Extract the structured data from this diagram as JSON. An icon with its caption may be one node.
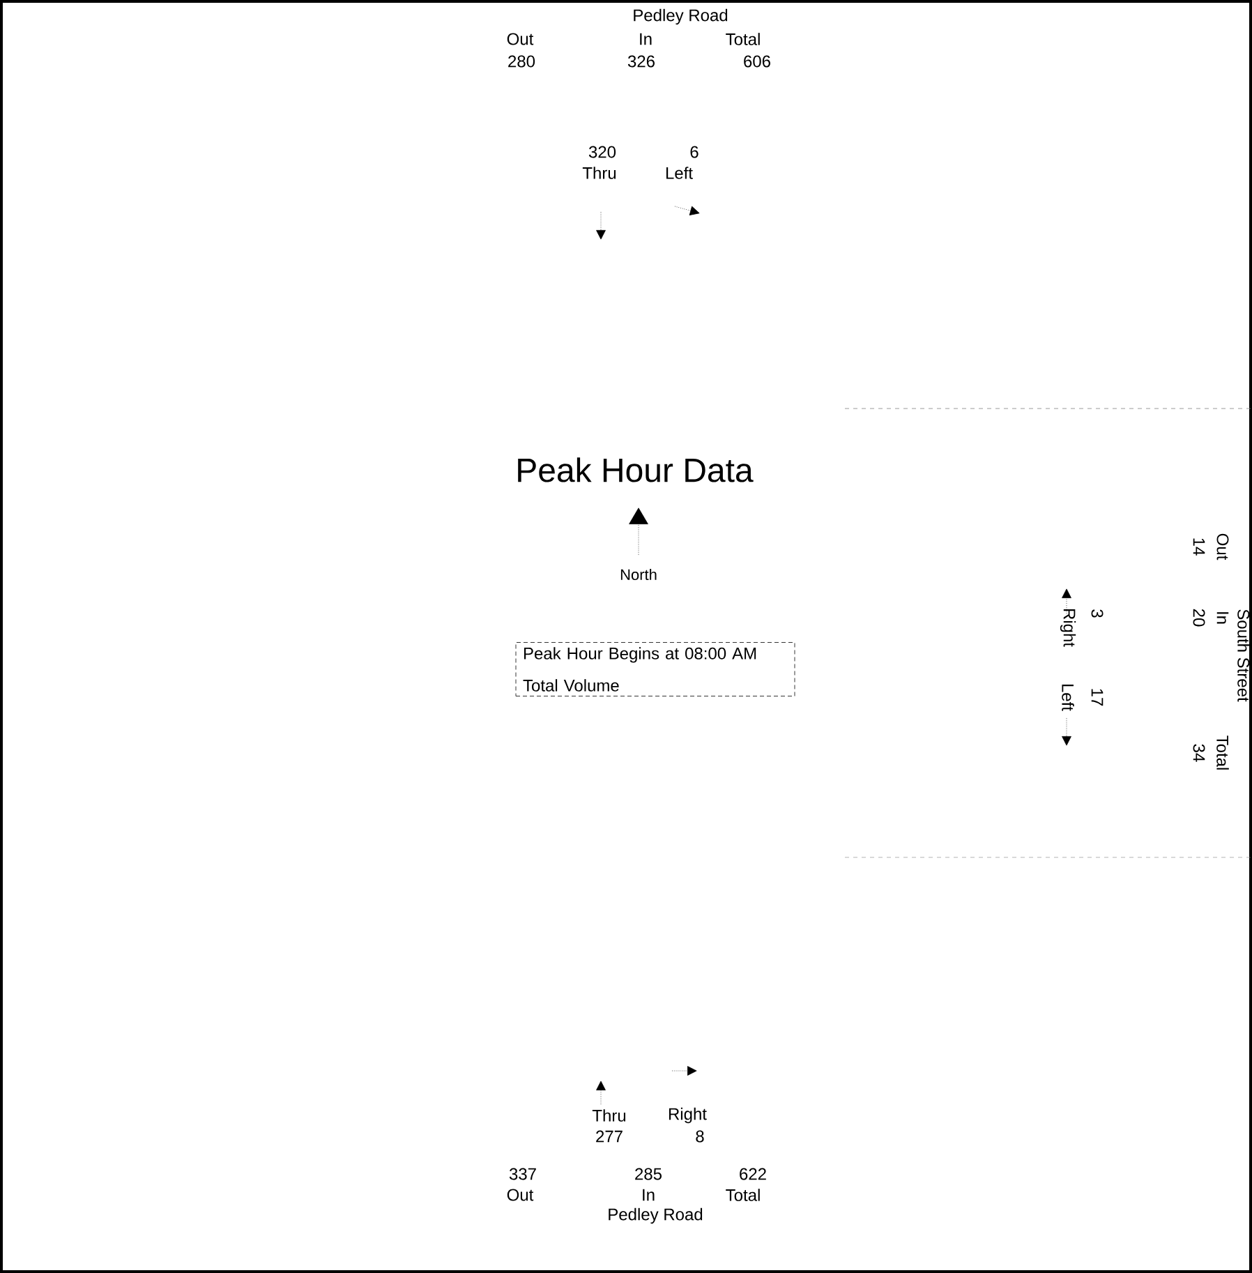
{
  "diagram": {
    "title": "Peak Hour Data",
    "nodes": [
      {
        "text": [
          "Peak Hour Begins at 08:00 AM",
          "Total Volume"
        ]
      }
    ],
    "edges": [],
    "labels": [
      "Pedley Road",
      "Out",
      "In",
      "Total",
      "280",
      "326",
      "606",
      "320",
      "6",
      "Thru",
      "Left",
      "North",
      "South Street",
      "Out",
      "14",
      "In",
      "20",
      "Total",
      "34",
      "Right",
      "3",
      "Left",
      "17",
      "Thru",
      "Right",
      "277",
      "8",
      "337",
      "285",
      "622",
      "Out",
      "In",
      "Total",
      "Pedley Road"
    ]
  }
}
